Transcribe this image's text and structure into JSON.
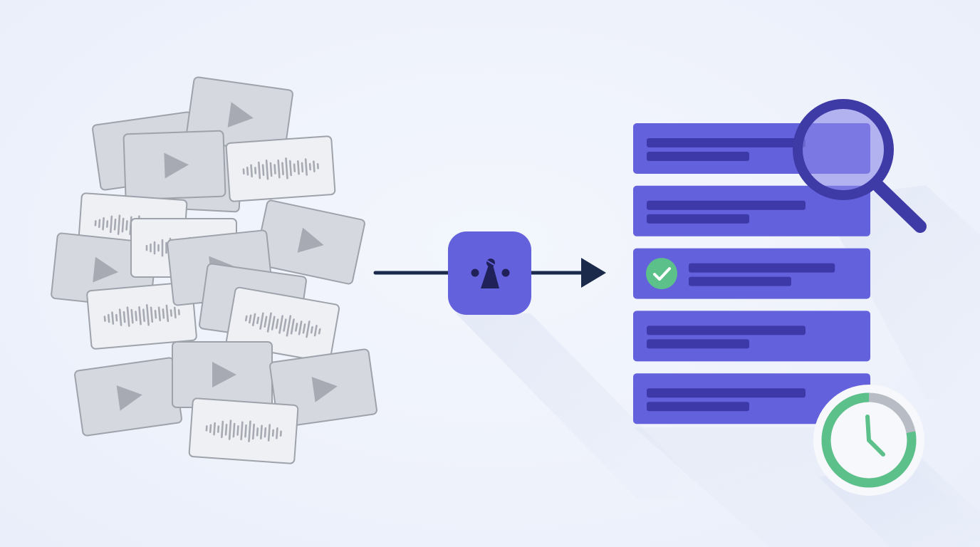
{
  "diagram": {
    "kind": "pipeline",
    "stages": [
      {
        "id": "input",
        "label": "",
        "description_visible": false
      },
      {
        "id": "processor",
        "label": ""
      },
      {
        "id": "output",
        "label": ""
      }
    ],
    "input_cards": [
      {
        "type": "video"
      },
      {
        "type": "video"
      },
      {
        "type": "video"
      },
      {
        "type": "video"
      },
      {
        "type": "audio"
      },
      {
        "type": "audio"
      },
      {
        "type": "video"
      },
      {
        "type": "audio"
      },
      {
        "type": "video"
      },
      {
        "type": "audio"
      },
      {
        "type": "video"
      },
      {
        "type": "video"
      },
      {
        "type": "audio"
      },
      {
        "type": "video"
      },
      {
        "type": "video"
      },
      {
        "type": "video"
      },
      {
        "type": "audio"
      }
    ],
    "output_rows": [
      {
        "checked": false,
        "highlighted": true
      },
      {
        "checked": false,
        "highlighted": false
      },
      {
        "checked": true,
        "highlighted": false
      },
      {
        "checked": false,
        "highlighted": false
      },
      {
        "checked": false,
        "highlighted": false
      }
    ],
    "icons": {
      "processor": "ai-node-icon",
      "search": "magnifier-icon",
      "timer": "clock-icon",
      "check": "check-icon",
      "video": "play-icon",
      "audio": "waveform-icon"
    },
    "colors": {
      "background": "#eef2fb",
      "card_fill": "#d5d8df",
      "card_border": "#9ea2ab",
      "audio_card_fill": "#eef0f4",
      "glyph": "#a7aab2",
      "accent": "#6461dd",
      "accent_dark": "#3e39a8",
      "arrow": "#1b2a4a",
      "success": "#5bc08a",
      "clock_track": "#b8bcc4"
    },
    "timer": {
      "progress_fraction": 0.78
    }
  }
}
